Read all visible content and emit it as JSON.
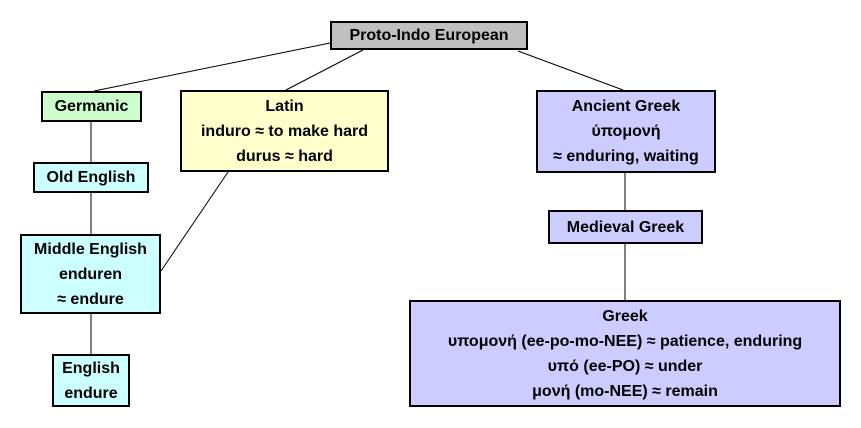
{
  "diagram": {
    "type": "etymology-tree",
    "nodes": {
      "proto_indo_european": {
        "label": "Proto-Indo European",
        "bg": "#c0c0c0"
      },
      "germanic": {
        "label": "Germanic",
        "bg": "#ccffcc"
      },
      "latin": {
        "title": "Latin",
        "lines": [
          "induro ≈ to make hard",
          "durus ≈ hard"
        ],
        "bg": "#ffffcc"
      },
      "ancient_greek": {
        "title": "Ancient Greek",
        "lines": [
          "ύπομονή",
          "≈ enduring, waiting"
        ],
        "bg": "#ccccff"
      },
      "old_english": {
        "label": "Old English",
        "bg": "#ccffff"
      },
      "middle_english": {
        "title": "Middle English",
        "lines": [
          "enduren",
          "≈ endure"
        ],
        "bg": "#ccffff"
      },
      "english_endure": {
        "lines": [
          "English",
          "endure"
        ],
        "bg": "#ccffff"
      },
      "medieval_greek": {
        "label": "Medieval Greek",
        "bg": "#ccccff"
      },
      "greek": {
        "title": "Greek",
        "lines": [
          "υπομονή (ee-po-mo-NEE) ≈ patience, enduring",
          "υπό (ee-PO) ≈ under",
          "μονή (mo-NEE) ≈ remain"
        ],
        "bg": "#ccccff"
      }
    },
    "edges": [
      {
        "from": "proto_indo_european",
        "to": "germanic"
      },
      {
        "from": "proto_indo_european",
        "to": "latin"
      },
      {
        "from": "proto_indo_european",
        "to": "ancient_greek"
      },
      {
        "from": "germanic",
        "to": "old_english"
      },
      {
        "from": "old_english",
        "to": "middle_english"
      },
      {
        "from": "latin",
        "to": "middle_english"
      },
      {
        "from": "middle_english",
        "to": "english_endure"
      },
      {
        "from": "ancient_greek",
        "to": "medieval_greek"
      },
      {
        "from": "medieval_greek",
        "to": "greek"
      }
    ],
    "edge_color": "#000000"
  }
}
